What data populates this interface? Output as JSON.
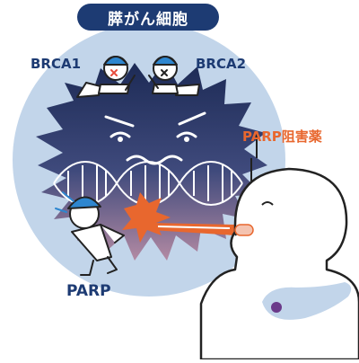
{
  "title": "膵がん細胞",
  "labels": {
    "brca1": "BRCA1",
    "brca2": "BRCA2",
    "parp": "PARP",
    "drug": "PARP阻害薬"
  },
  "colors": {
    "title_bg": "#1d3b73",
    "circle": "#c2d5ea",
    "cell_dark": "#1c2a55",
    "cell_light": "#b38aa3",
    "accent": "#e8672e",
    "worker_cap": "#2e86cf",
    "stroke": "#222222"
  }
}
